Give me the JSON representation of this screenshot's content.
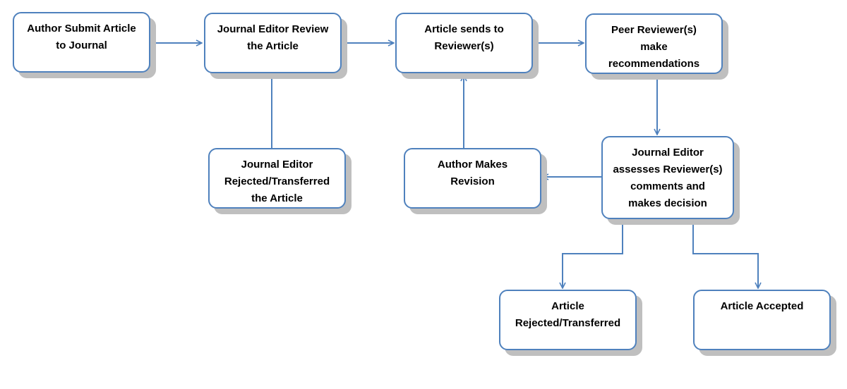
{
  "diagram": {
    "accent_color": "#4f81bd",
    "shadow_color": "#bfbfbf",
    "nodes": {
      "author_submit": {
        "lines": [
          "Author Submit Article",
          "to Journal"
        ]
      },
      "editor_review": {
        "lines": [
          "Journal Editor Review",
          "the Article"
        ]
      },
      "sends_to_reviewers": {
        "lines": [
          "Article sends to",
          "Reviewer(s)"
        ]
      },
      "peer_reviewers": {
        "lines": [
          "Peer Reviewer(s)",
          "make",
          "recommendations"
        ]
      },
      "editor_rejected": {
        "lines": [
          "Journal Editor",
          "Rejected/Transferred",
          "the Article"
        ]
      },
      "author_revision": {
        "lines": [
          "Author Makes",
          "Revision"
        ]
      },
      "editor_assesses": {
        "lines": [
          "Journal Editor",
          "assesses Reviewer(s)",
          "comments and",
          "makes decision"
        ]
      },
      "article_rejected": {
        "lines": [
          "Article",
          "Rejected/Transferred"
        ]
      },
      "article_accepted": {
        "lines": [
          "Article Accepted"
        ]
      }
    }
  }
}
